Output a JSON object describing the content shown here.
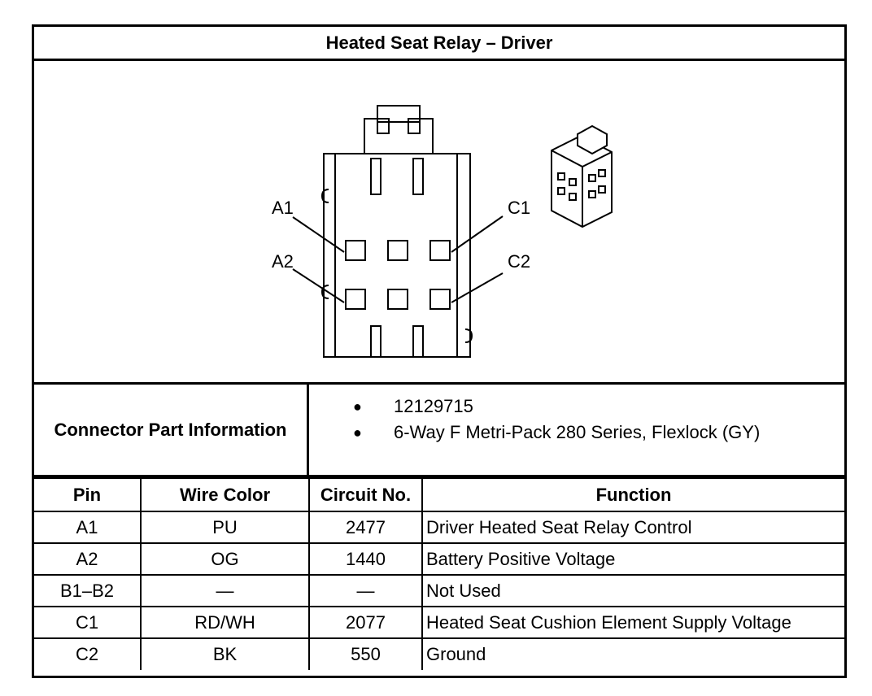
{
  "title": "Heated Seat Relay – Driver",
  "diagram": {
    "pin_labels": [
      "A1",
      "A2",
      "C1",
      "C2"
    ]
  },
  "connector_info": {
    "label": "Connector Part Information",
    "items": [
      "12129715",
      "6-Way F Metri-Pack 280 Series, Flexlock (GY)"
    ]
  },
  "table": {
    "headers": [
      "Pin",
      "Wire Color",
      "Circuit No.",
      "Function"
    ],
    "rows": [
      [
        "A1",
        "PU",
        "2477",
        "Driver Heated Seat Relay Control"
      ],
      [
        "A2",
        "OG",
        "1440",
        "Battery Positive Voltage"
      ],
      [
        "B1–B2",
        "—",
        "—",
        "Not Used"
      ],
      [
        "C1",
        "RD/WH",
        "2077",
        "Heated Seat Cushion Element Supply Voltage"
      ],
      [
        "C2",
        "BK",
        "550",
        "Ground"
      ]
    ]
  }
}
